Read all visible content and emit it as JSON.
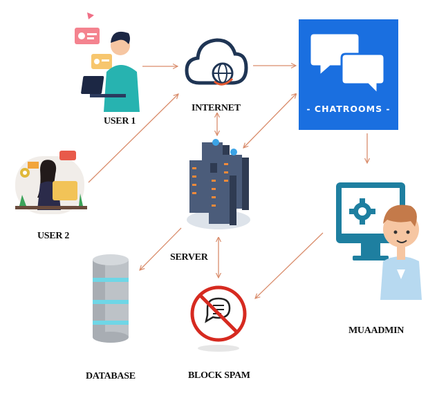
{
  "nodes": {
    "user1": "USER 1",
    "user2": "USER 2",
    "internet": "INTERNET",
    "chatrooms": "- CHATROOMS -",
    "server": "SERVER",
    "database": "DATABASE",
    "block_spam": "BLOCK SPAM",
    "admin": "MUAADMIN"
  },
  "colors": {
    "arrow": "#d98c6b",
    "chatroom_tile": "#1a6fe0",
    "block_ring": "#d62a20"
  },
  "icons": [
    "user-at-laptop-illustration",
    "user-at-desk-illustration",
    "cloud-globe-icon",
    "chat-bubbles-icon",
    "server-racks-icon",
    "database-cylinder-icon",
    "no-spam-icon",
    "admin-with-monitor-illustration"
  ]
}
